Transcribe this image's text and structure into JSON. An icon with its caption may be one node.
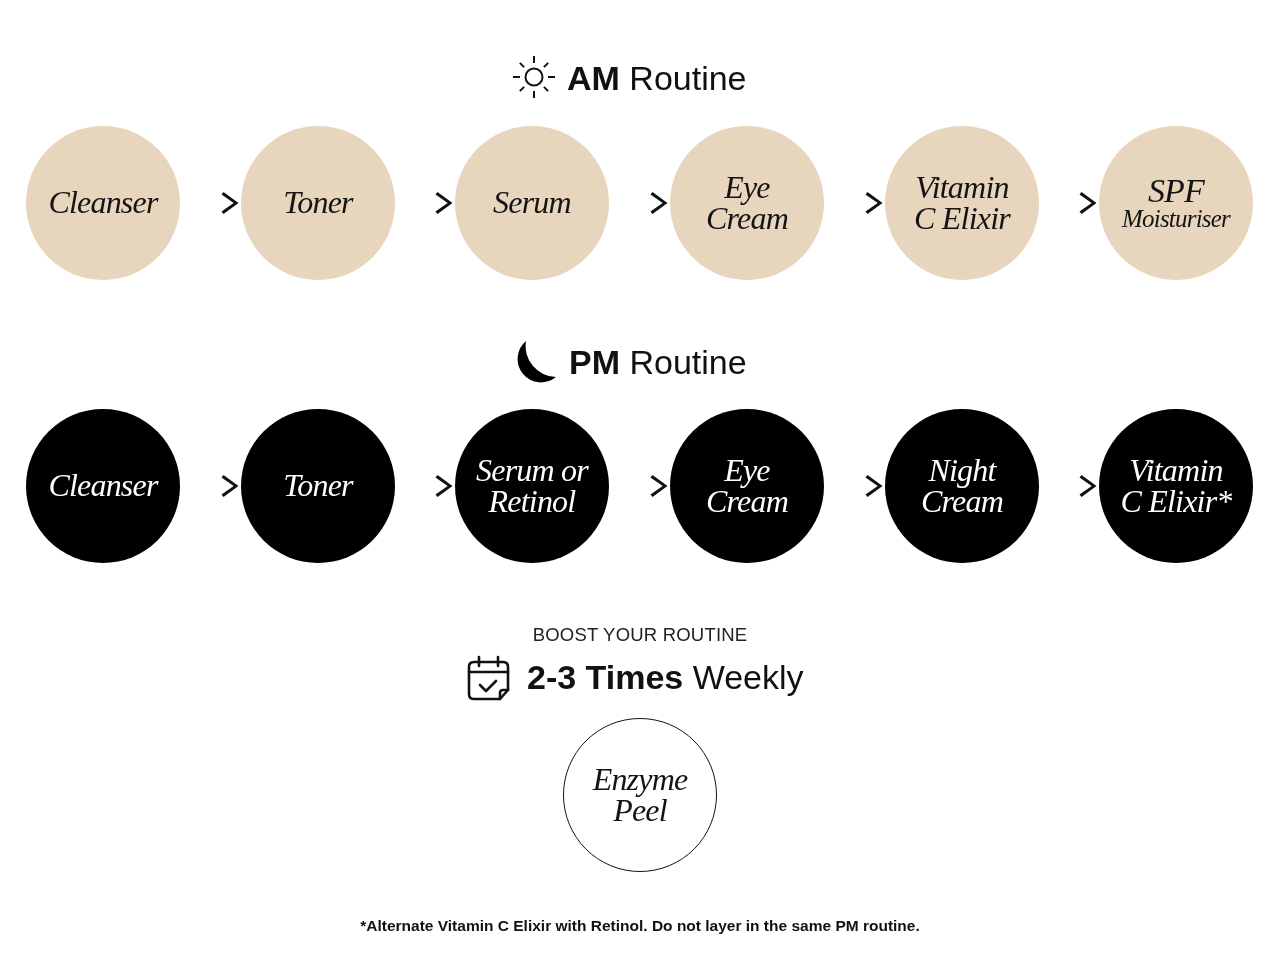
{
  "diagram": {
    "nodes": [
      {
        "text": [
          "Cleanser"
        ]
      },
      {
        "text": [
          "Toner"
        ]
      },
      {
        "text": [
          "Serum"
        ]
      },
      {
        "text": [
          "Eye Cream"
        ]
      },
      {
        "text": [
          "Vitamin C Elixir"
        ]
      },
      {
        "text": [
          "SPF",
          "Moisturiser"
        ]
      },
      {
        "text": [
          "Cleanser"
        ]
      },
      {
        "text": [
          "Toner"
        ]
      },
      {
        "text": [
          "Serum or Retinol"
        ]
      },
      {
        "text": [
          "Eye Cream"
        ]
      },
      {
        "text": [
          "Night Cream"
        ]
      },
      {
        "text": [
          "Vitamin C Elixir*"
        ]
      },
      {
        "text": [
          "Enzyme Peel"
        ]
      }
    ],
    "edges": [
      {
        "from": 0,
        "to": 1,
        "arrow": "to"
      },
      {
        "from": 1,
        "to": 2,
        "arrow": "to"
      },
      {
        "from": 2,
        "to": 3,
        "arrow": "to"
      },
      {
        "from": 3,
        "to": 4,
        "arrow": "to"
      },
      {
        "from": 4,
        "to": 5,
        "arrow": "to"
      },
      {
        "from": 6,
        "to": 7,
        "arrow": "to"
      },
      {
        "from": 7,
        "to": 8,
        "arrow": "to"
      },
      {
        "from": 8,
        "to": 9,
        "arrow": "to"
      },
      {
        "from": 9,
        "to": 10,
        "arrow": "to"
      },
      {
        "from": 10,
        "to": 11,
        "arrow": "to"
      }
    ],
    "labels": [
      "**AM** Routine",
      "**PM** Routine",
      "BOOST YOUR ROUTINE",
      "**2-3 Times** Weekly",
      "*Alternate Vitamin C Elixir with Retinol. Do not layer in the same PM routine."
    ]
  }
}
